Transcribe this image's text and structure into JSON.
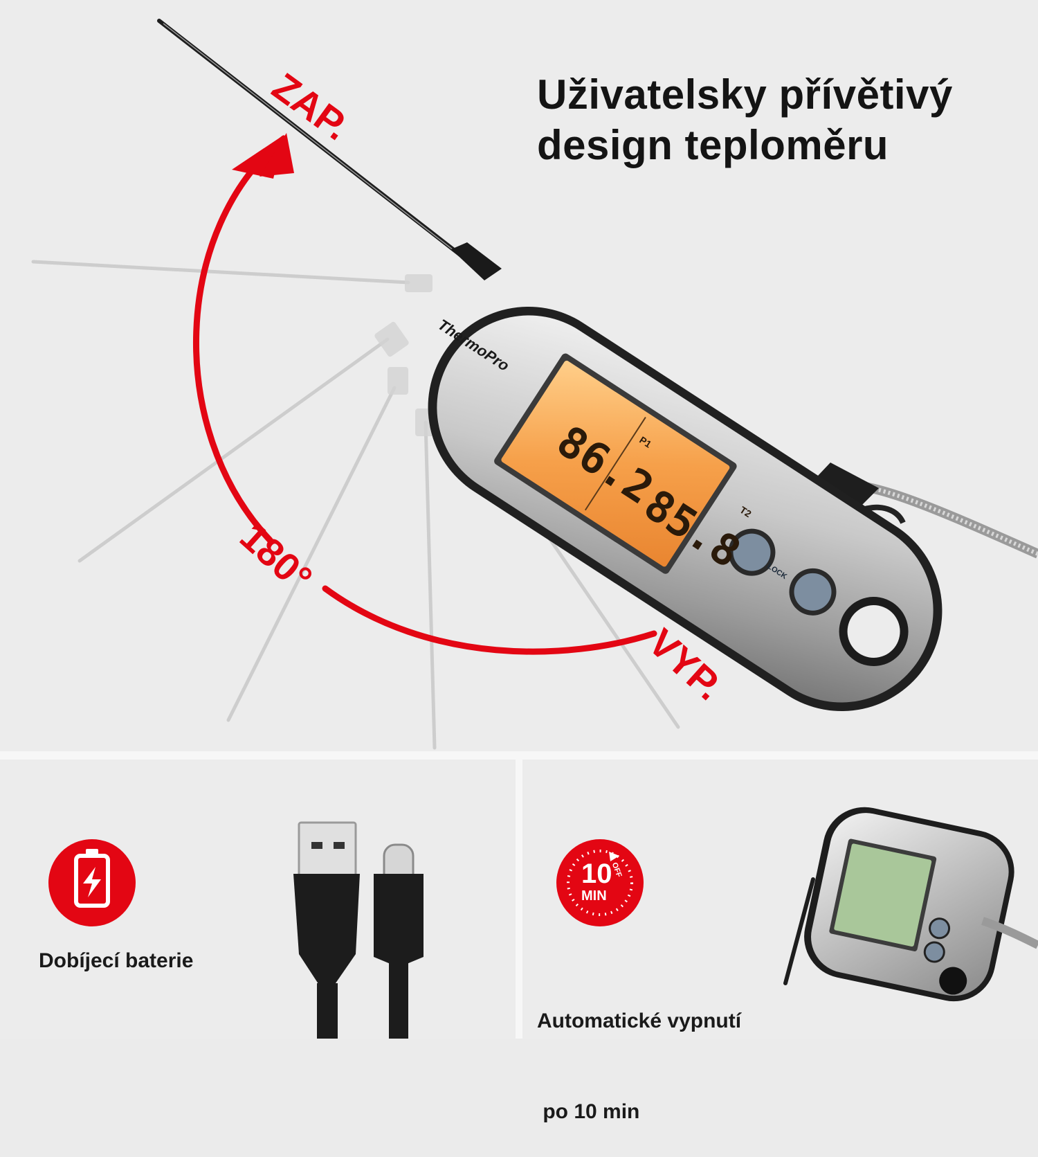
{
  "headline": {
    "line1": "Uživatelsky přívětivý",
    "line2": "design teploměru"
  },
  "rotation": {
    "on_label": "ZAP.",
    "off_label": "VYP.",
    "angle_label": "180°"
  },
  "device": {
    "brand": "ThermoPro",
    "display_left": "86.2",
    "display_right": "85.8",
    "probe_left": "P1",
    "probe_right": "T2",
    "lock_label": "LOCK"
  },
  "features": [
    {
      "label": "Dobíjecí baterie",
      "icon": "battery-charging-icon"
    },
    {
      "label_line1": "Automatické vypnutí",
      "label_line2": " po 10 min",
      "icon": "auto-off-timer-icon",
      "timer_value": "10",
      "timer_unit": "MIN",
      "timer_off": "OFF"
    }
  ],
  "colors": {
    "accent": "#e30613",
    "lcd_orange": "#f6a04a",
    "lcd_green": "#a9c79a"
  }
}
